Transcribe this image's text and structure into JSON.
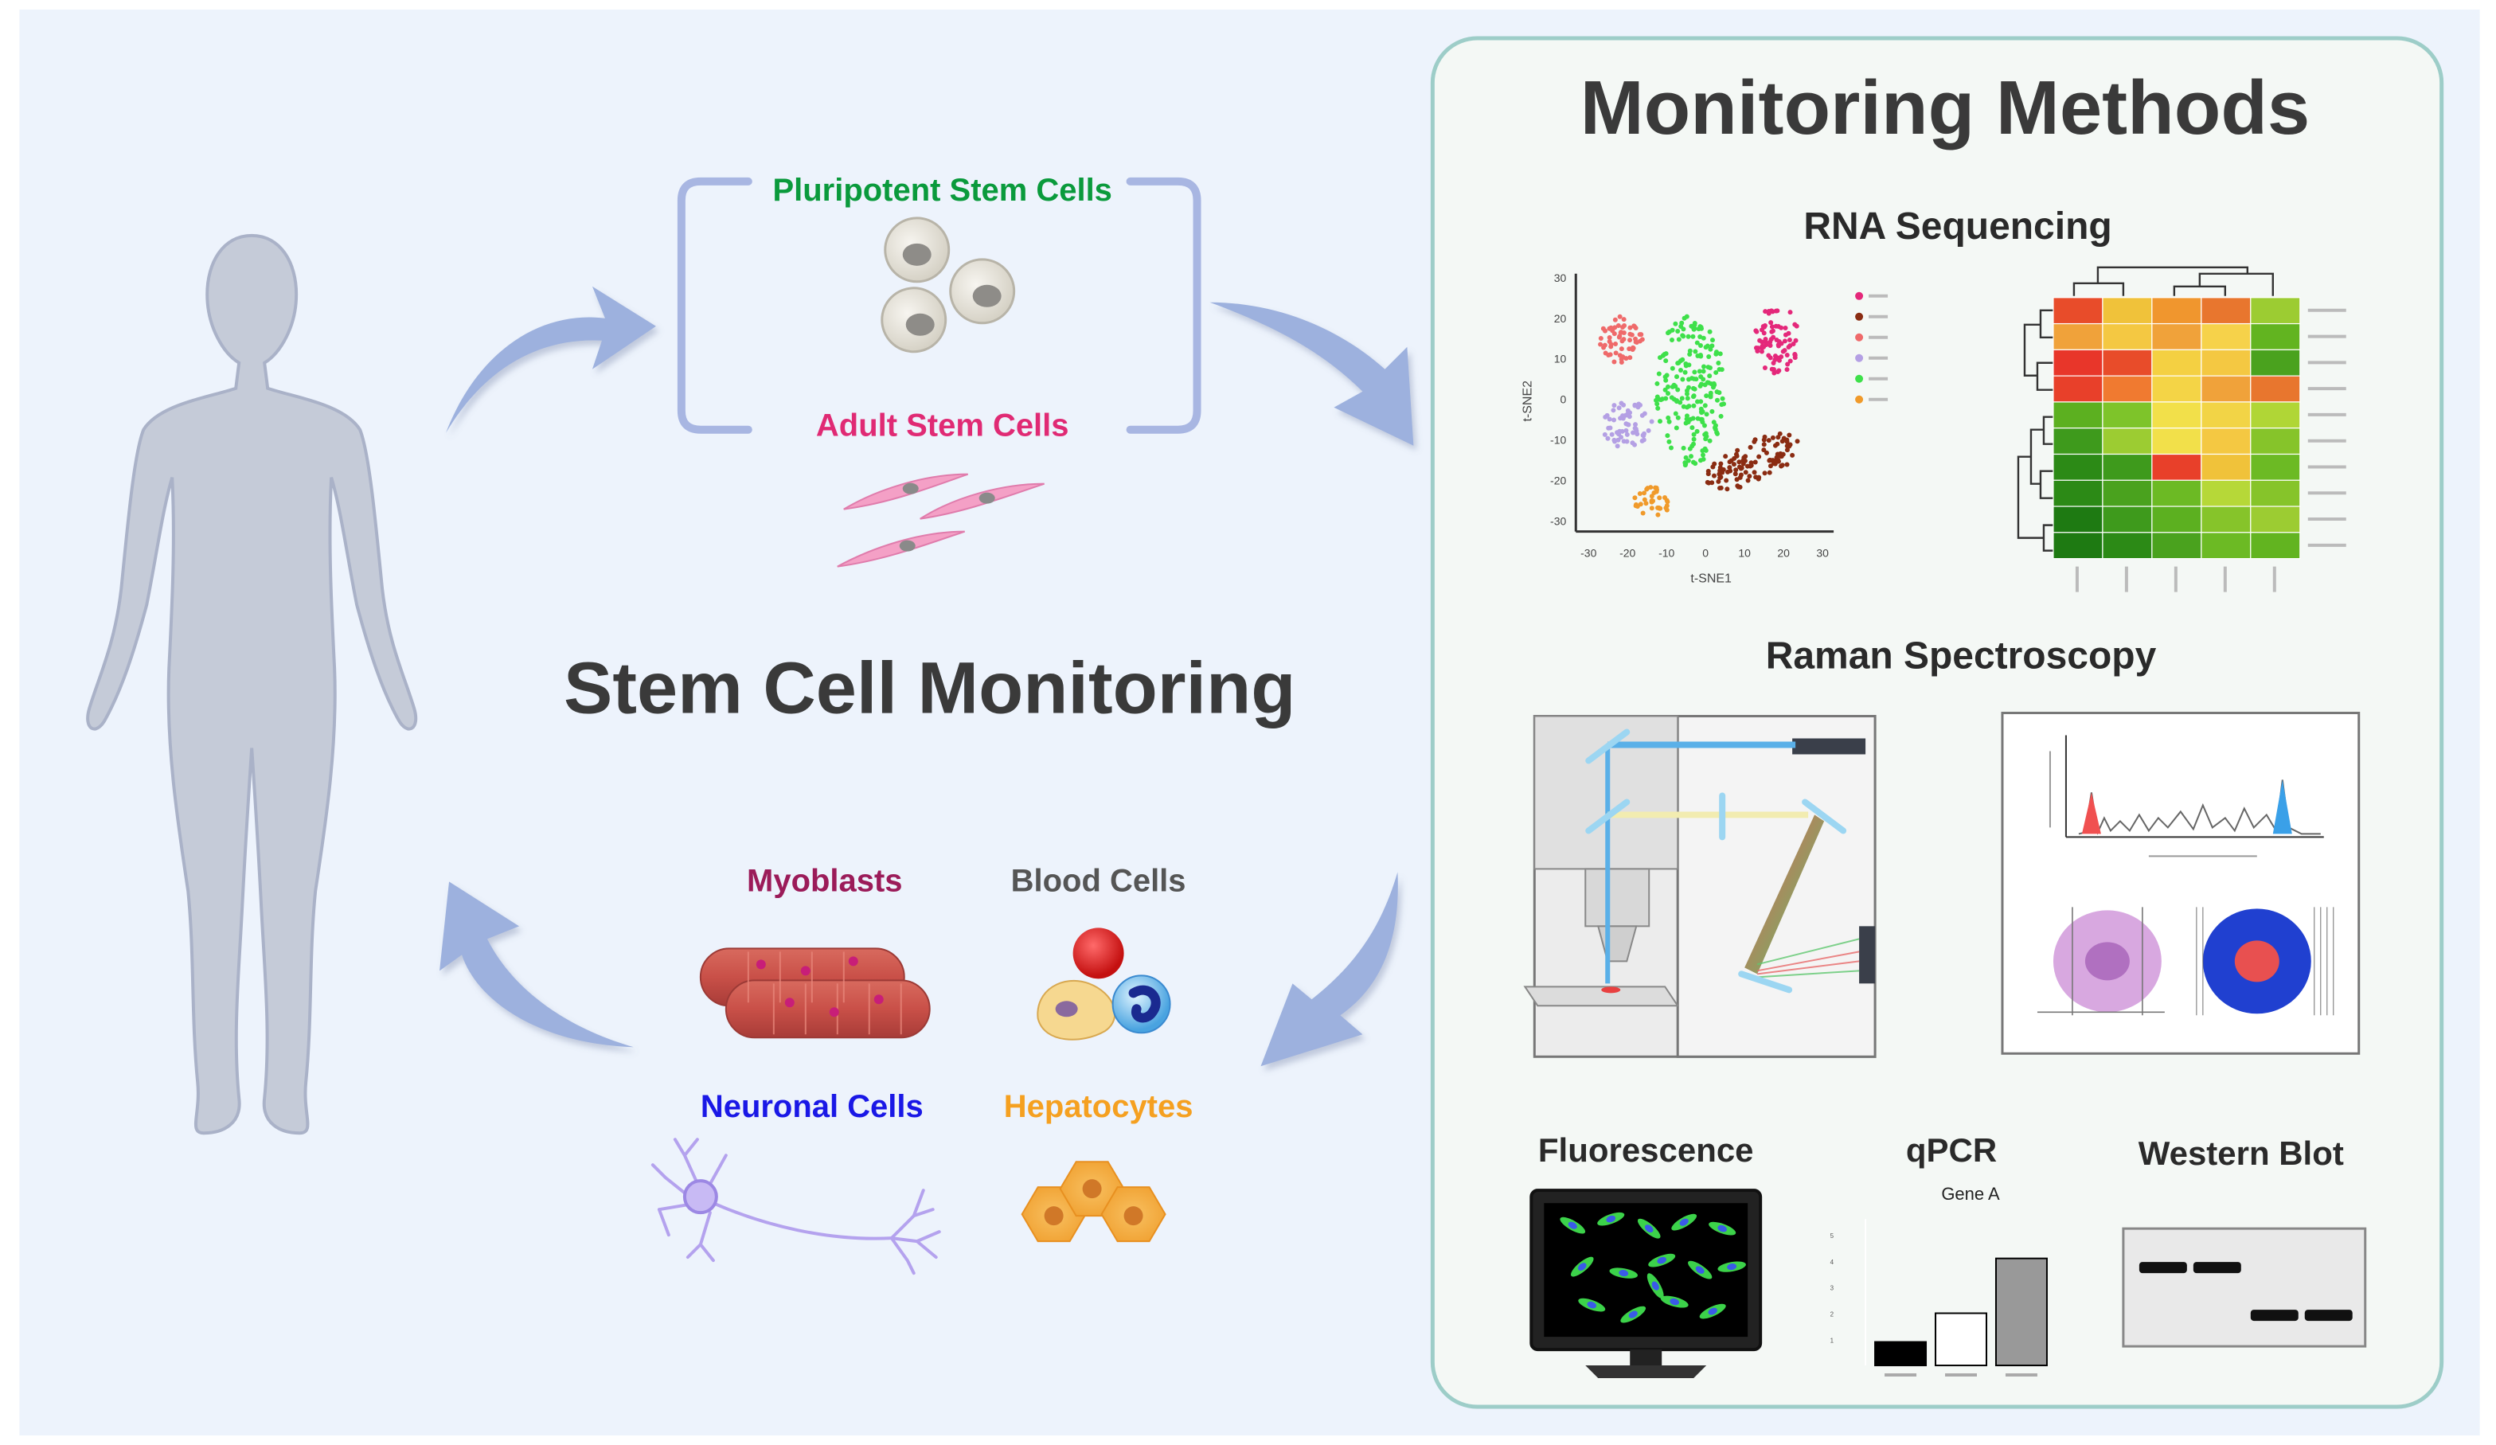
{
  "title": "Stem Cell Monitoring",
  "colors": {
    "background": "#edf3fc",
    "panel_bg": "#f4f8f5",
    "panel_border": "#9dcdc8",
    "arrow": "#9db1de",
    "body": "#c5cbd8",
    "pluripotent": "#0a9a3c",
    "adult": "#e02a74",
    "myoblasts": "#9b1b59",
    "blood": "#555555",
    "neuronal": "#1a18e6",
    "hepatocytes": "#f5a020"
  },
  "stem_cells": {
    "pluripotent_label": "Pluripotent Stem Cells",
    "adult_label": "Adult Stem Cells"
  },
  "differentiated_cells": {
    "myoblasts": "Myoblasts",
    "blood_cells": "Blood Cells",
    "neuronal_cells": "Neuronal Cells",
    "hepatocytes": "Hepatocytes"
  },
  "methods_panel": {
    "title": "Monitoring Methods",
    "rna_seq": "RNA Sequencing",
    "raman": "Raman Spectroscopy",
    "fluorescence": "Fluorescence",
    "qpcr": "qPCR",
    "western_blot": "Western Blot"
  },
  "tsne": {
    "xlabel": "t-SNE1",
    "ylabel": "t-SNE2",
    "xticks": [
      "-30",
      "-20",
      "-10",
      "0",
      "10",
      "20",
      "30"
    ],
    "yticks": [
      "30",
      "20",
      "10",
      "0",
      "-10",
      "-20",
      "-30"
    ],
    "clusters": [
      {
        "color": "#e4287a"
      },
      {
        "color": "#8a2c12"
      },
      {
        "color": "#ef6a6a"
      },
      {
        "color": "#b4a0e4"
      },
      {
        "color": "#3ee04a"
      },
      {
        "color": "#f09a2a"
      }
    ]
  },
  "heatmap": {
    "colors": [
      [
        "#e84c2a",
        "#f0c23a",
        "#f0962e",
        "#e8762e",
        "#9ccc32"
      ],
      [
        "#f0a23a",
        "#f4c842",
        "#f0a23a",
        "#f6d24a",
        "#62b420"
      ],
      [
        "#e8362a",
        "#e84c2a",
        "#f4d042",
        "#f4c842",
        "#4aa21e"
      ],
      [
        "#e8402a",
        "#f07a30",
        "#f4d446",
        "#f0a23a",
        "#e8762e"
      ],
      [
        "#5cb020",
        "#7ec42a",
        "#f2e04a",
        "#f2d446",
        "#b0d636"
      ],
      [
        "#3e9a1c",
        "#9ccc32",
        "#f2e04a",
        "#f4c842",
        "#86c42a"
      ],
      [
        "#2c8a16",
        "#3e9a1c",
        "#e8402a",
        "#f0c23a",
        "#6cba24"
      ],
      [
        "#2c8a16",
        "#4aa21e",
        "#6cba24",
        "#b6d838",
        "#86c42a"
      ],
      [
        "#1e7a12",
        "#3e9a1c",
        "#5cb020",
        "#86c42a",
        "#9ccc32"
      ],
      [
        "#1e7a12",
        "#2c8a16",
        "#4aa21e",
        "#6cba24",
        "#62b420"
      ]
    ]
  },
  "qpcr_chart": {
    "type": "bar",
    "title": "Gene A",
    "values": [
      0.9,
      2.0,
      4.1
    ],
    "colors": [
      "#000000",
      "#ffffff",
      "#999999"
    ],
    "ylim": [
      0,
      5
    ],
    "yticks": [
      "1",
      "2",
      "3",
      "4",
      "5"
    ]
  }
}
